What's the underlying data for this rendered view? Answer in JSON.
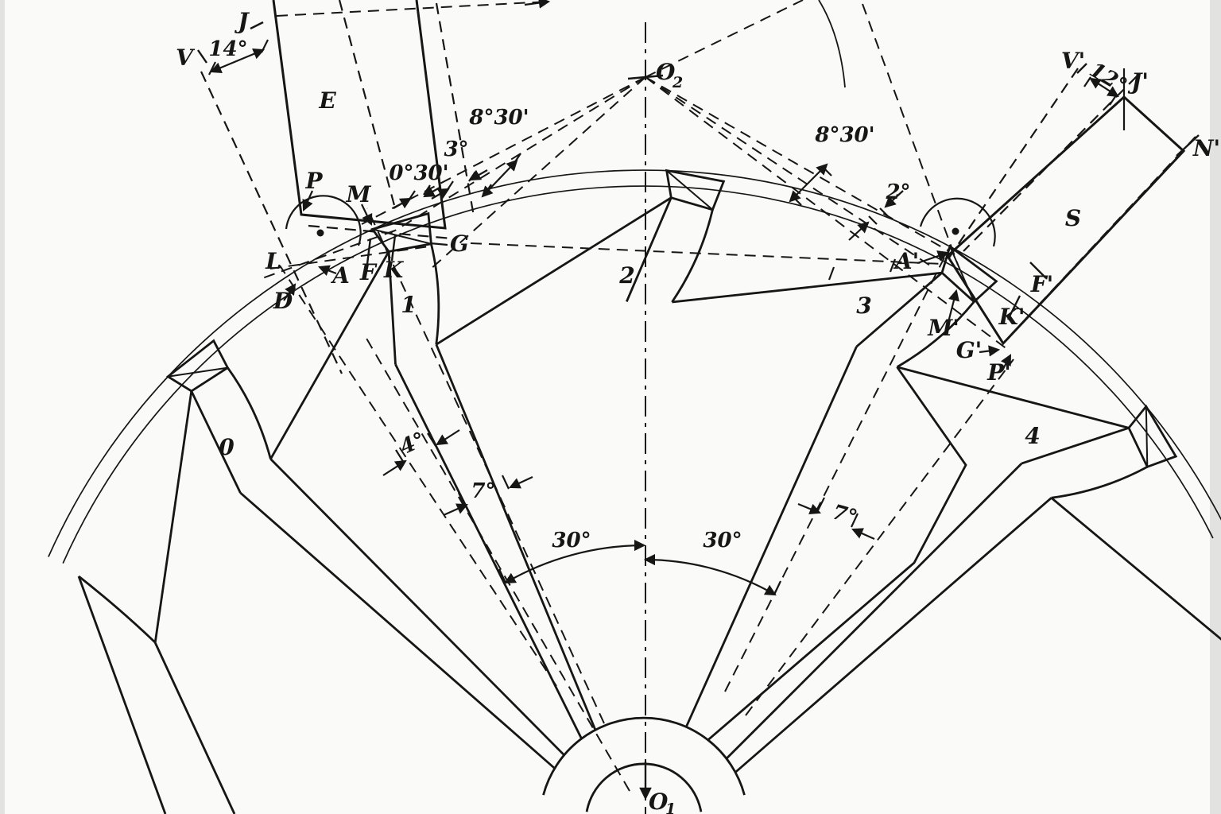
{
  "figure": {
    "points": {
      "J": "J",
      "V": "V",
      "E": "E",
      "P": "P",
      "M": "M",
      "L": "L",
      "A": "A",
      "F": "F",
      "K": "K",
      "G": "G",
      "D": "D",
      "V_prime": "V'",
      "J_prime": "J'",
      "N_prime": "N'",
      "S": "S",
      "A_prime": "A'",
      "F_prime": "F'",
      "K_prime": "K'",
      "M_prime": "M'",
      "G_prime": "G'",
      "P_prime": "P'"
    },
    "angles": {
      "entry_draw": "14°",
      "entry_lock": "0°30'",
      "entry_drop": "3°",
      "entry_impulse": "8°30'",
      "exit_impulse": "8°30'",
      "exit_lock": "2°",
      "exit_draw": "12°",
      "pitch_left": "30°",
      "pitch_right": "30°",
      "offset_4": "4°",
      "offset_7_left": "7°",
      "offset_7_right": "7°"
    },
    "teeth": [
      "0",
      "1",
      "2",
      "3",
      "4"
    ],
    "centers": {
      "o2_letter": "O",
      "o2_sub": "2",
      "o1_letter": "O",
      "o1_sub": "1"
    },
    "colors": {
      "ink": "#161616",
      "paper": "#fafaf8",
      "edge": "#e2e2e0"
    }
  }
}
